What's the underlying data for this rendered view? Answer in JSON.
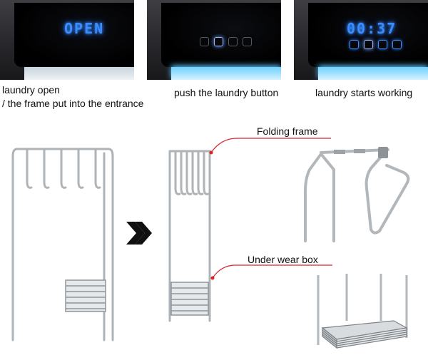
{
  "panels": [
    {
      "display_text": "OPEN",
      "caption_lines": [
        "laundry open",
        "/ the frame put into the entrance"
      ]
    },
    {
      "display_text": "",
      "caption_lines": [
        "push the laundry button"
      ]
    },
    {
      "display_text": "00:37",
      "caption_lines": [
        "laundry starts working"
      ]
    }
  ],
  "callouts": {
    "folding_frame": "Folding frame",
    "under_wear_box": "Under wear box"
  },
  "colors": {
    "display_blue": "#3a8dff",
    "callout_red": "#d9232a",
    "metal": "#b7bcc1"
  },
  "icons": {
    "transition_arrow": "double-chevron-right-icon",
    "panel_buttons": [
      "shirt-icon",
      "laundry-icon",
      "wash-icon",
      "timer-icon"
    ]
  }
}
